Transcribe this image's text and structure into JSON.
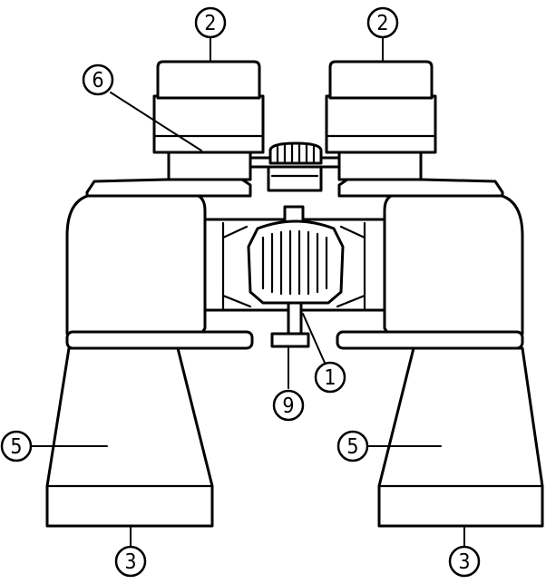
{
  "diagram": {
    "colors": {
      "ink": "#000000",
      "paper": "#ffffff"
    },
    "callouts": {
      "eyecup_left": "2",
      "eyecup_right": "2",
      "diopter_ring": "6",
      "focus_wheel": "1",
      "hinge": "9",
      "objective_rim_left": "3",
      "objective_rim_right": "3",
      "barrel_left": "5",
      "barrel_right": "5"
    }
  }
}
